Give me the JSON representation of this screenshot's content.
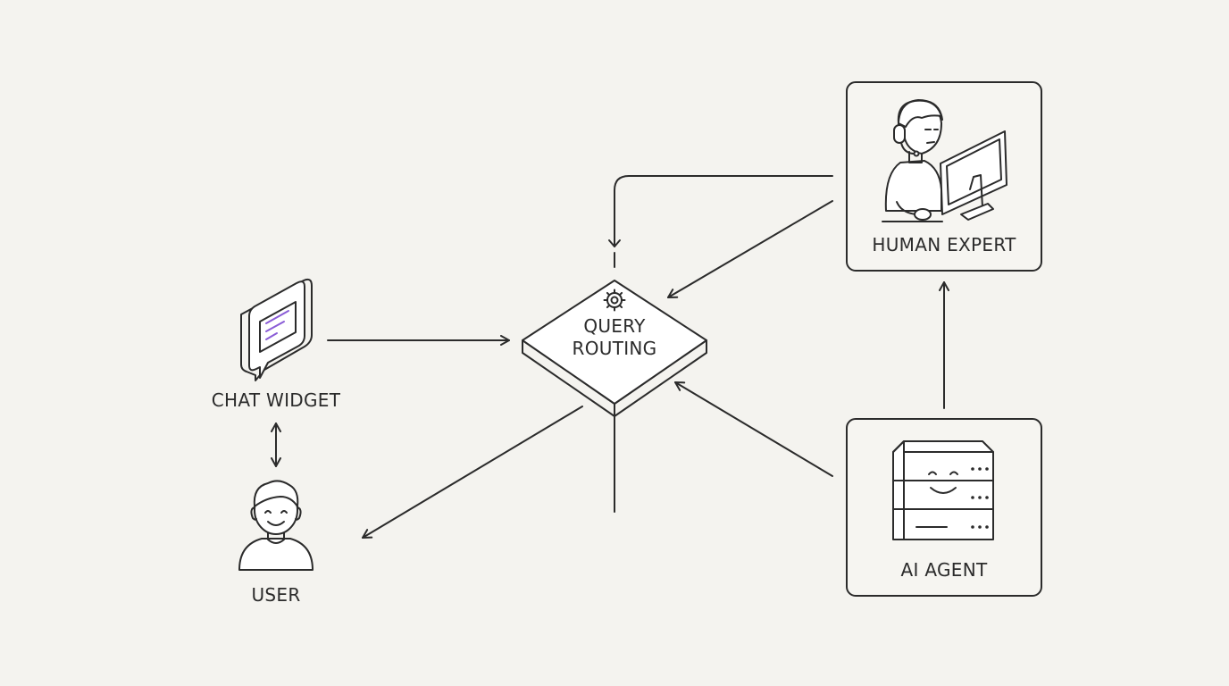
{
  "nodes": {
    "chat_widget": {
      "label": "CHAT WIDGET",
      "icon": "chat-bubble-icon"
    },
    "user": {
      "label": "USER",
      "icon": "user-icon"
    },
    "query_routing": {
      "label_line1": "QUERY",
      "label_line2": "ROUTING",
      "icon": "gear-icon"
    },
    "human_expert": {
      "label": "HUMAN EXPERT",
      "icon": "human-at-computer-icon"
    },
    "ai_agent": {
      "label": "AI AGENT",
      "icon": "server-stack-icon"
    }
  },
  "colors": {
    "background": "#f4f3ef",
    "stroke": "#2b2b2b",
    "accent": "#8a5cd6"
  }
}
